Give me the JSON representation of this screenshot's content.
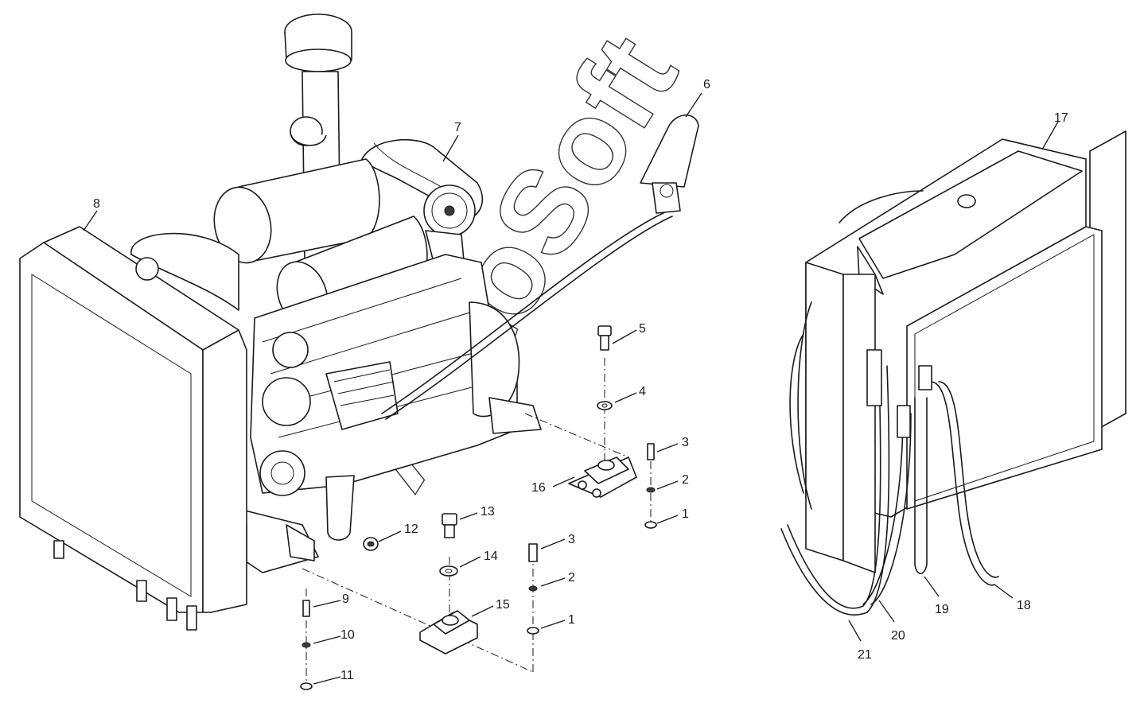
{
  "watermark": "AutoSoft",
  "callouts": {
    "c1a": "1",
    "c1b": "1",
    "c2a": "2",
    "c2b": "2",
    "c3a": "3",
    "c3b": "3",
    "c4": "4",
    "c5": "5",
    "c6": "6",
    "c7": "7",
    "c8": "8",
    "c9": "9",
    "c10": "10",
    "c11": "11",
    "c12": "12",
    "c13": "13",
    "c14": "14",
    "c15": "15",
    "c16": "16",
    "c17": "17",
    "c18": "18",
    "c19": "19",
    "c20": "20",
    "c21": "21"
  }
}
